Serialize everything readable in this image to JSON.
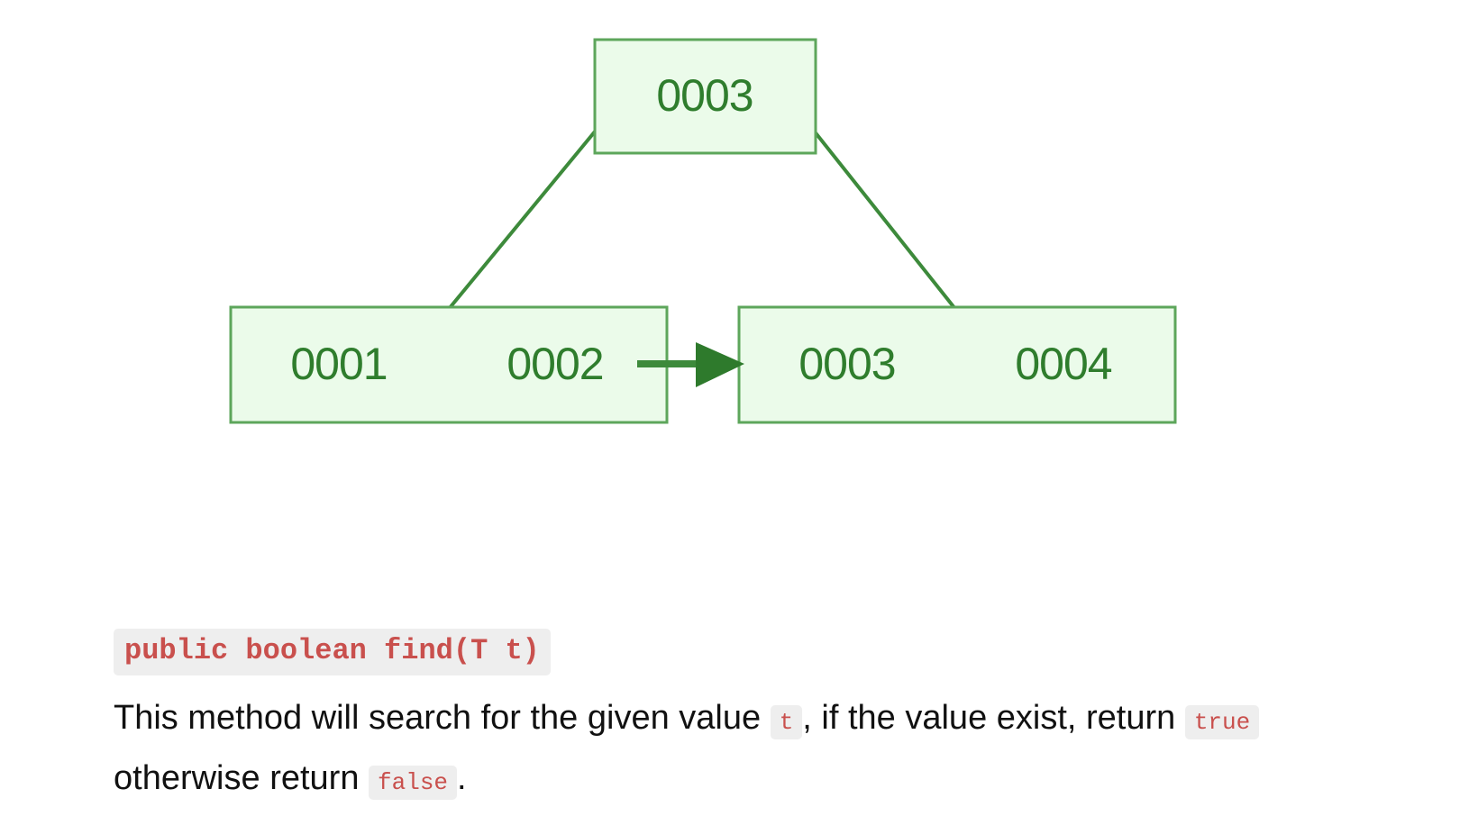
{
  "diagram": {
    "root": {
      "keys": [
        "0003"
      ]
    },
    "leaves": [
      {
        "keys": [
          "0001",
          "0002"
        ]
      },
      {
        "keys": [
          "0003",
          "0004"
        ]
      }
    ],
    "colors": {
      "node_fill": "#ebfbea",
      "node_stroke": "#5da65b",
      "text": "#2f7d2d",
      "edge": "#3d8a3b"
    }
  },
  "method": {
    "signature": "public boolean find(T t)",
    "desc_part1": "This method will search for the given value ",
    "code_t": "t",
    "desc_part2": ", if the value exist, return ",
    "code_true": "true",
    "desc_part3": " otherwise return ",
    "code_false": "false",
    "desc_part4": "."
  }
}
